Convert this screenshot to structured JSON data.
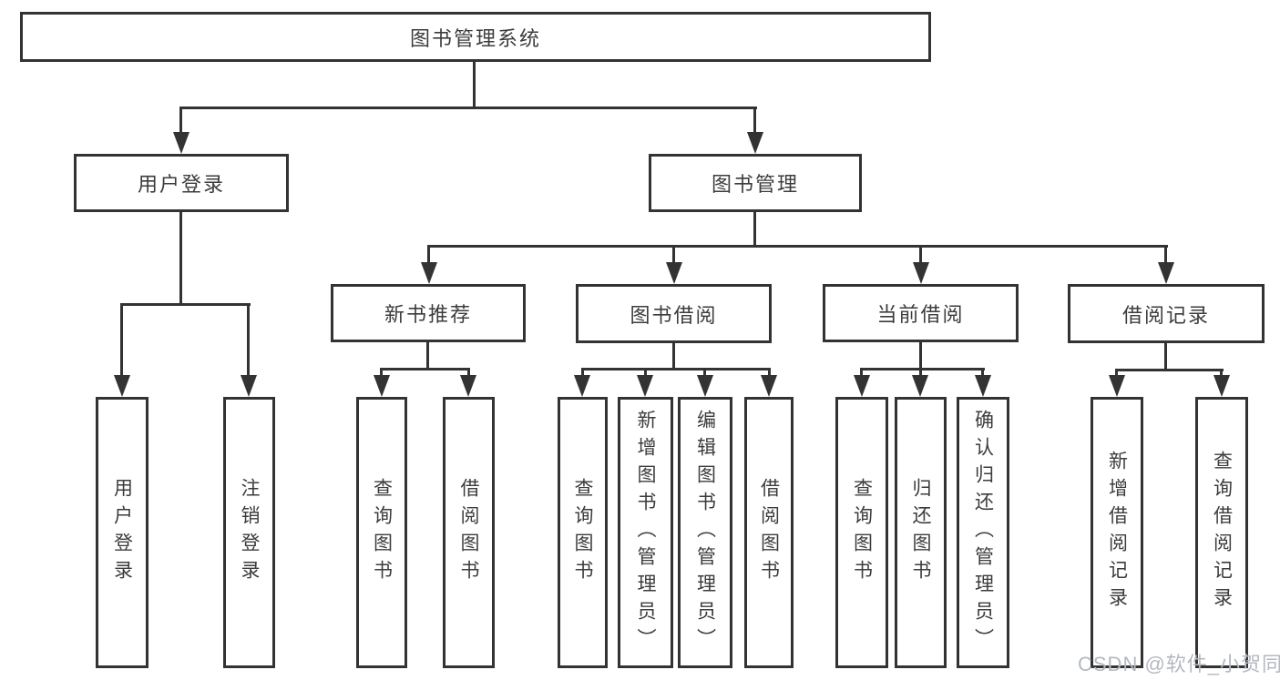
{
  "tree": {
    "root": "图书管理系统",
    "level2": {
      "user_login": "用户登录",
      "book_management": "图书管理"
    },
    "level3": {
      "new_book_recommend": "新书推荐",
      "book_borrow": "图书借阅",
      "current_borrow": "当前借阅",
      "borrow_record": "借阅记录"
    },
    "leaves": {
      "user_login": [
        "用户登录",
        "注销登录"
      ],
      "new_book_recommend": [
        "查询图书",
        "借阅图书"
      ],
      "book_borrow": [
        "查询图书",
        "新增图书（管理员）",
        "编辑图书（管理员）",
        "借阅图书"
      ],
      "current_borrow": [
        "查询图书",
        "归还图书",
        "确认归还（管理员）"
      ],
      "borrow_record": [
        "新增借阅记录",
        "查询借阅记录"
      ]
    }
  },
  "watermark": "CSDN @软件_小贺同学",
  "colors": {
    "line": "#333333",
    "text": "#3c3c3c",
    "watermark": "#b4b9c0",
    "background": "#ffffff"
  }
}
